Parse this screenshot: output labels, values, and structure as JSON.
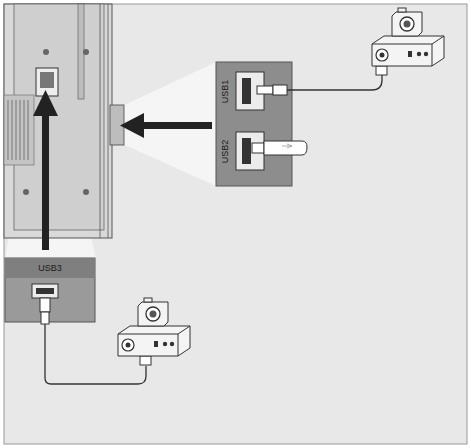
{
  "diagram": {
    "labels": [
      "USB1",
      "USB2",
      "USB3"
    ]
  }
}
